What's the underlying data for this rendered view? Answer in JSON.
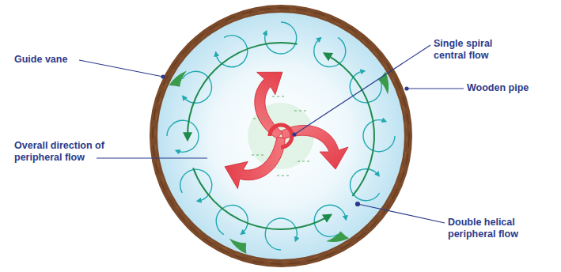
{
  "diagram": {
    "labels": [
      "Guide vane",
      "Single spiral central flow",
      "Wooden pipe",
      "Overall direction of peripheral flow",
      "Double helical peripheral flow"
    ]
  }
}
